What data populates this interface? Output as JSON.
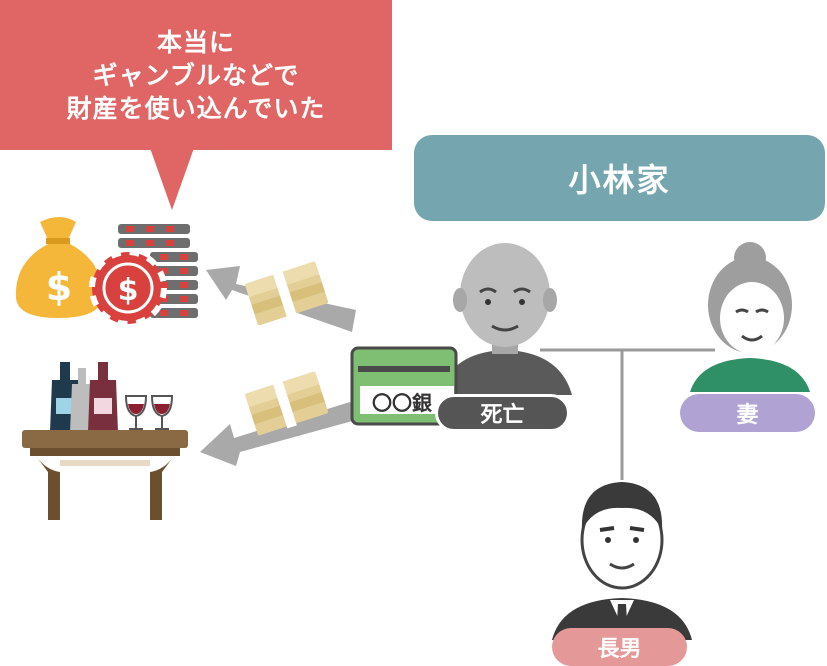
{
  "speech_bubble": {
    "lines": [
      "本当に",
      "ギャンブルなどで",
      "財産を使い込んでいた"
    ]
  },
  "family": {
    "title": "小林家",
    "members": {
      "deceased": "死亡",
      "wife": "妻",
      "eldest_son": "長男"
    }
  },
  "bankbook": {
    "label": "〇〇銀"
  },
  "icons": {
    "money_bag": "money-bag-icon",
    "casino_chip": "casino-chip-icon",
    "chip_stacks": "chip-stack-icon",
    "cash_bundle": "cash-bundle-icon",
    "bottles_table": "bottles-table-icon",
    "arrow": "arrow-left-icon"
  },
  "colors": {
    "speech": "#e06666",
    "family_header": "#75a6b0",
    "deceased_label": "#555555",
    "wife_label": "#b0a2d2",
    "son_label": "#e59898",
    "money_yellow": "#f4b73a",
    "chip_red": "#d9413f",
    "bankbook_green": "#7fbf73"
  }
}
